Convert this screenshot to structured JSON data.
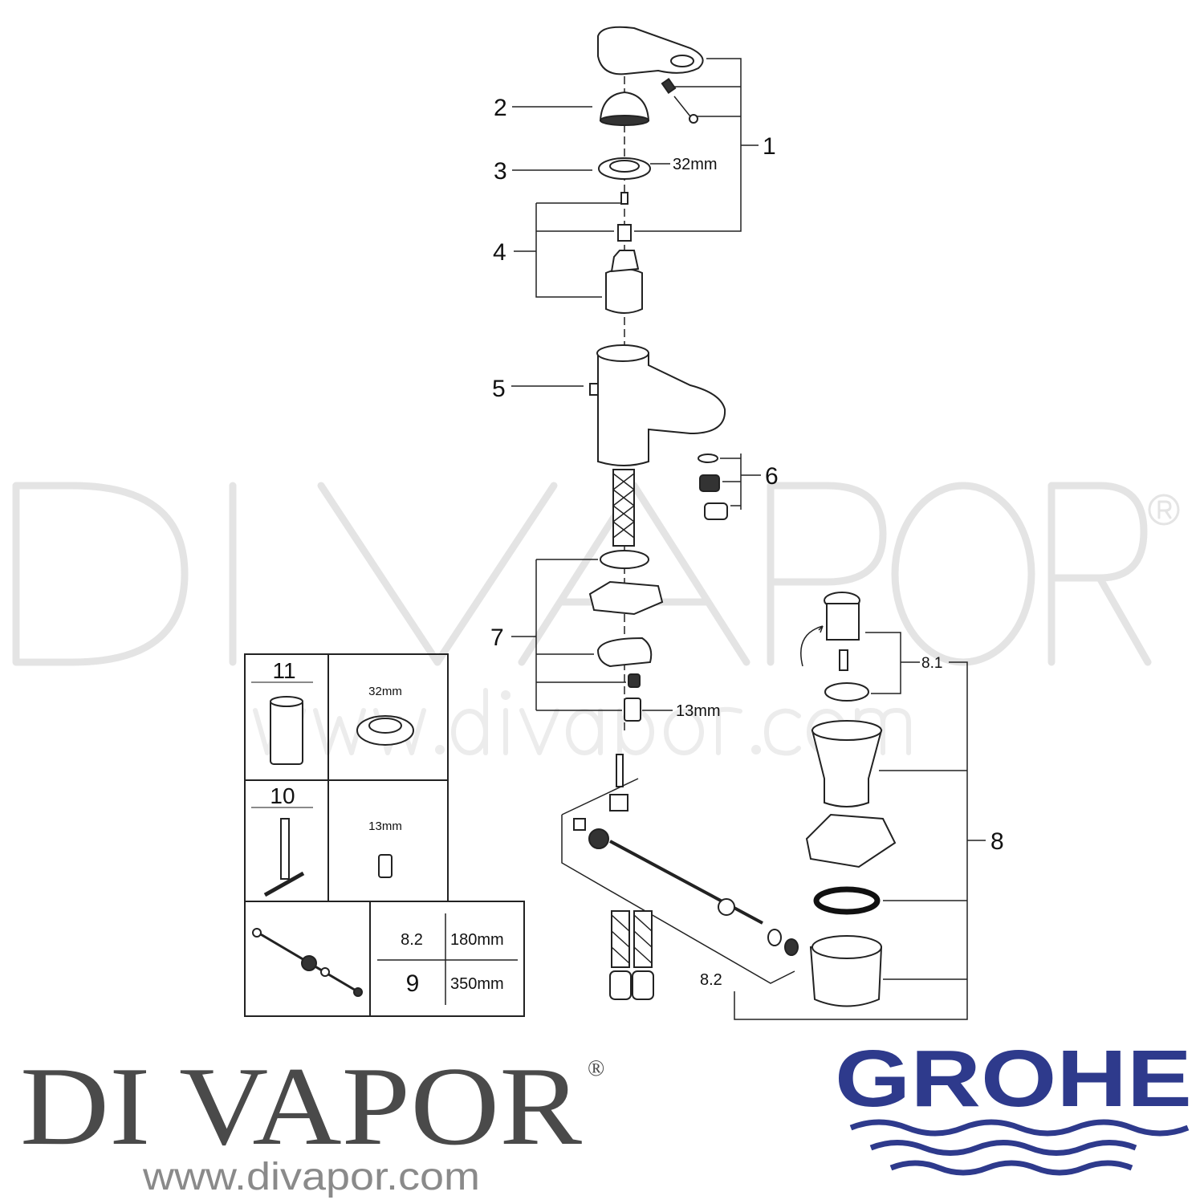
{
  "watermark": {
    "brand": "DI VAPOR",
    "registered": "®",
    "url": "www.divapor.com"
  },
  "callouts": {
    "c1": "1",
    "c2": "2",
    "c3": "3",
    "c4": "4",
    "c5": "5",
    "c6": "6",
    "c7": "7",
    "c8": "8",
    "c8_1": "8.1",
    "c8_2": "8.2",
    "dim_32mm": "32mm",
    "dim_13mm": "13mm"
  },
  "inset_table": {
    "tool_11": {
      "number": "11",
      "size": "32mm"
    },
    "tool_10": {
      "number": "10",
      "size": "13mm"
    },
    "rod_lengths": [
      {
        "part": "8.2",
        "length": "180mm"
      },
      {
        "part": "9",
        "length": "350mm"
      }
    ]
  },
  "footer": {
    "brand": "DI VAPOR",
    "registered": "®",
    "url": "www.divapor.com",
    "manufacturer_logo": "GROHE",
    "manufacturer_color": "#2e3a8c"
  }
}
